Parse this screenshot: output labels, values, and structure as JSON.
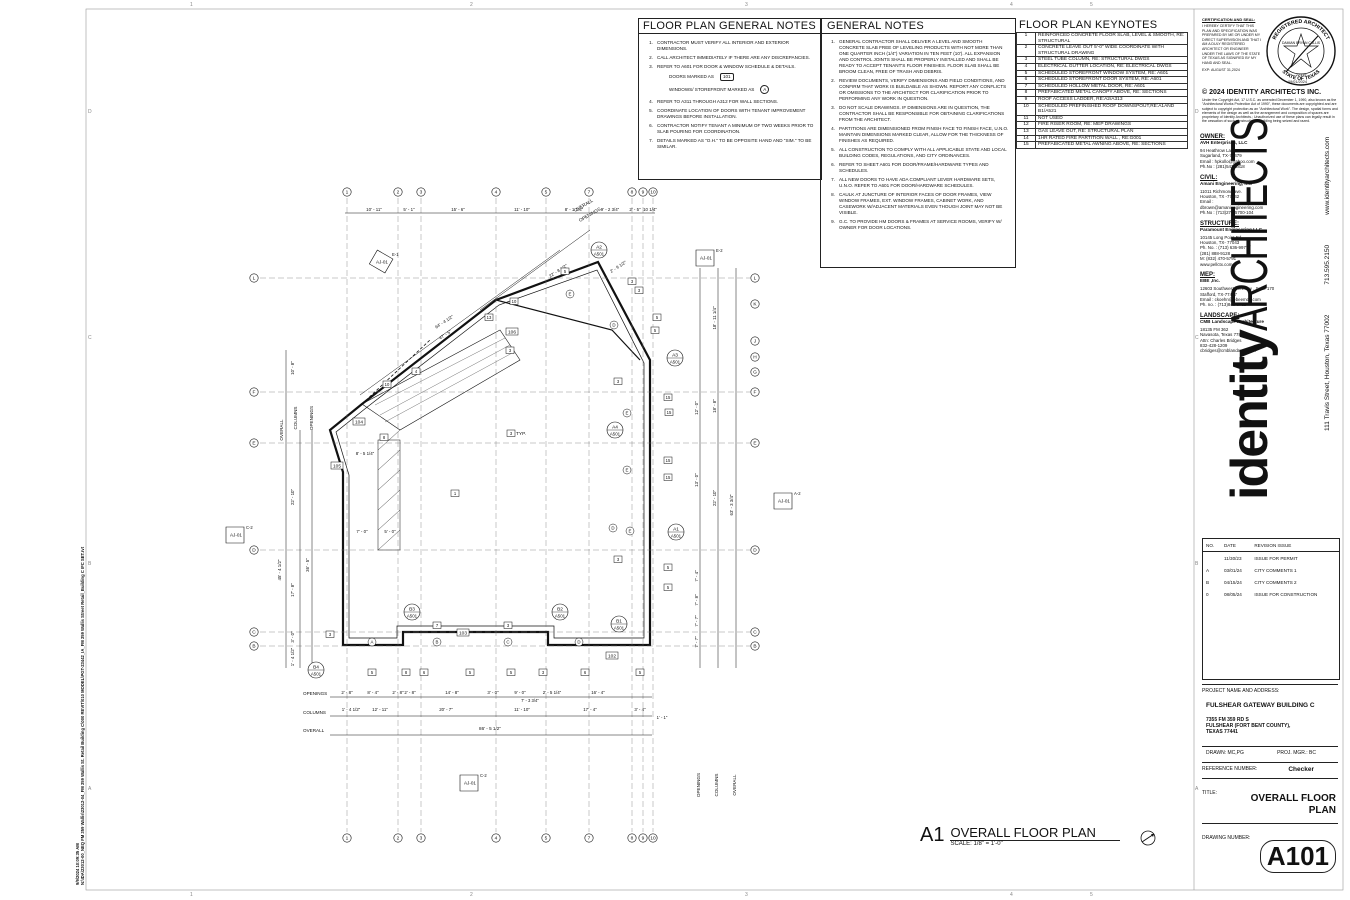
{
  "sheet": {
    "border_cols": [
      "1",
      "2",
      "3",
      "4",
      "5"
    ],
    "border_rows": [
      "D",
      "C",
      "B",
      "A"
    ]
  },
  "side_text": {
    "plot_time": "9/9/2024 10:09:35 AM",
    "file_path": "N:\\IDA\\23012-00_NEQ FM 359 Wallis\\23012-04_FM 359 Wallis St. Retail Building C\\000 REVIT\\010 MODEL\\PGT-23442_IA_FM 359 Wallis Street Retail_Building C IFC SET.rvt"
  },
  "floor_plan_notes": {
    "title": "FLOOR PLAN GENERAL NOTES",
    "items": [
      {
        "n": "1.",
        "text": "CONTRACTOR MUST VERIFY ALL INTERIOR AND EXTERIOR DIMENSIONS."
      },
      {
        "n": "2.",
        "text": "CALL ARCHITECT IMMEDIATELY IF THERE ARE ANY DISCREPANCIES."
      },
      {
        "n": "3.",
        "text": "REFER TO A601 FOR DOOR & WINDOW SCHEDULE & DETAILS."
      },
      {
        "n": "4.",
        "text": "REFER TO A311 THROUGH A312 FOR WALL SECTIONS."
      },
      {
        "n": "5.",
        "text": "COORDINATE LOCATION OF DOORS WITH TENANT IMPROVEMENT DRAWINGS BEFORE INSTALLATION."
      },
      {
        "n": "6.",
        "text": "CONTRACTOR NOTIFY TENANT A MINIMUM OF TWO WEEKS PRIOR TO SLAB POURING FOR COORDINATION."
      },
      {
        "n": "7.",
        "text": "DETAILS MARKED AS \"O.H.\" TO BE OPPOSITE HAND AND \"SIM.\" TO BE SIMILAR."
      }
    ],
    "doors_marked_as": "DOORS MARKED AS",
    "door_tag": "101",
    "windows_marked_as": "WINDOWS/ STOREFRONT MARKED AS",
    "window_tag": "A"
  },
  "general_notes": {
    "title": "GENERAL NOTES",
    "items": [
      {
        "n": "1.",
        "text": "GENERAL CONTRACTOR SHALL DELIVER A LEVEL AND SMOOTH CONCRETE SLAB FREE OF LEVELING PRODUCTS WITH NOT MORE THAN ONE QUARTER INCH (1/4\") VARIATION IN TEN FEET (10'). ALL EXPANSION AND CONTROL JOINTS SHALL BE PROPERLY INSTALLED AND SHALL BE READY TO ACCEPT TENANT'S FLOOR FINISHES. FLOOR SLAB SHALL BE BROOM CLEAN, FREE OF TRASH AND DEBRIS."
      },
      {
        "n": "2.",
        "text": "REVIEW DOCUMENTS, VERIFY DIMENSIONS AND FIELD CONDITIONS, AND CONFIRM THAT WORK IS BUILDABLE AS SHOWN. REPORT ANY CONFLICTS OR OMISSIONS TO THE ARCHITECT FOR CLARIFICATION PRIOR TO PERFORMING ANY WORK IN QUESTION."
      },
      {
        "n": "3.",
        "text": "DO NOT SCALE DRAWINGS. IF DIMENSIONS ARE IN QUESTION, THE CONTRACTOR SHALL BE RESPONSIBLE FOR OBTAINING CLARIFICATIONS FROM THE ARCHITECT."
      },
      {
        "n": "4.",
        "text": "PARTITIONS ARE DIMENSIONED FROM FINISH FACE TO FINISH FACE, U.N.O. MAINTAIN DIMENSIONS MARKED CLEAR, ALLOW FOR THE THICKNESS OF FINISHES AS REQUIRED."
      },
      {
        "n": "5.",
        "text": "ALL CONSTRUCTION TO COMPLY WITH ALL APPLICABLE STATE AND LOCAL BUILDING CODES, REGULATIONS, AND CITY ORDINANCES."
      },
      {
        "n": "6.",
        "text": "REFER TO SHEET A601 FOR DOOR/FRAME/HARDWARE TYPES AND SCHEDULES."
      },
      {
        "n": "7.",
        "text": "ALL NEW DOORS TO HAVE ADA COMPLIANT LEVER HARDWARE SETS, U.N.O. REFER TO A601 FOR DOOR/HARDWARE SCHEDULES."
      },
      {
        "n": "8.",
        "text": "CAULK AT JUNCTURE OF INTERIOR FACES OF DOOR FRAMES, VIEW WINDOW FRAMES, EXT. WINDOW FRAMES, CABINET WORK, AND CASEWORK W/ADJACENT MATERIALS EVEN THOUGH JOINT MAY NOT BE VISIBLE."
      },
      {
        "n": "9.",
        "text": "G.C. TO PROVIDE HM DOORS & FRAMES AT SERVICE ROOMS, VERIFY W/ OWNER FOR DOOR LOCATIONS."
      }
    ]
  },
  "keynotes": {
    "title": "FLOOR PLAN KEYNOTES",
    "items": [
      {
        "k": "1",
        "text": "REINFORCED CONCRETE FLOOR SLAB, LEVEL & SMOOTH, RE: STRUCTURAL"
      },
      {
        "k": "2",
        "text": "CONCRETE LEAVE OUT 5'-0\" WIDE COORDINATE WITH STRUCTURAL DRAWING"
      },
      {
        "k": "3",
        "text": "STEEL TUBE COLUMN, RE: STRUCTURAL DWGS"
      },
      {
        "k": "4",
        "text": "ELECTRICAL GUTTER LOCATION, RE: ELECTRICAL DWGS"
      },
      {
        "k": "5",
        "text": "SCHEDULED STOREFRONT WINDOW SYSTEM, RE: A601"
      },
      {
        "k": "6",
        "text": "SCHEDULED STOREFRONT DOOR SYSTEM, RE: A601"
      },
      {
        "k": "7",
        "text": "SCHEDULED HOLLOW METAL DOOR, RE: A601"
      },
      {
        "k": "8",
        "text": "PREFABICATED METAL CANOPY ABOVE, RE: SECTIONS"
      },
      {
        "k": "9",
        "text": "ROOF ACCESS LADDER, RE:A2/A313"
      },
      {
        "k": "10",
        "text": "SCHEDULED PREFINISHED ROOF DOWNSPOUT,RE:A1AND B1/A521"
      },
      {
        "k": "11",
        "text": "NOT USED"
      },
      {
        "k": "12",
        "text": "FIRE RISER ROOM, RE: MEP DRAWINGS"
      },
      {
        "k": "13",
        "text": "GAS LEAVE OUT, RE: STRUCTURAL PLAN"
      },
      {
        "k": "14",
        "text": "1HR RATED FIRE PARTITION WALL , RE:G001"
      },
      {
        "k": "15",
        "text": "PREFABICATED METAL AWNING ABOVE, RE: SECTIONS"
      }
    ]
  },
  "seal": {
    "cert_title": "CERTIFICATION AND SEAL:",
    "cert_text": "I HEREBY CERTIFY THAT THIS PLAN AND SPECIFICATION WAS PREPARED BY ME OR UNDER MY DIRECT SUPERVISION AND THAT I AM A DULY REGISTERED ARCHITECT OR ENGINEER UNDER THE LAWS OF THE STATE OF TEXAS AS SIGNIFIED BY MY HAND AND SEAL.",
    "exp": "EXP: AUGUST 31,2024",
    "seal_top": "REGISTERED ARCHITECT",
    "seal_name": "DAMIAN BRYAN CALLIS",
    "seal_num": "22119",
    "seal_bottom": "STATE OF TEXAS",
    "date": "09/01/2024"
  },
  "copyright": {
    "title": "© 2024  IDENTITY  ARCHITECTS  INC.",
    "text": "Under the Copyright Act, 17 U.S.C. as amended December 1, 1990, also known as the \"Architectural Works Protection Act of 1990\", these documents are copyrighted and are subject to copyright protection as an \"Architectural Work\". The design, spatial forms and elements of the design as well as the arrangement and composition of spaces are proprietary of Identity Architects.; Unauthorized use of these plans can legally result in the cessation of such construction or building being seized and razed."
  },
  "brand": {
    "identity": "identity",
    "architects": "ARCHITECTS",
    "address": "111 Travis Street, Houston, Texas 77002",
    "phone": "713.595.2150",
    "web": "www.identityarchitects.com"
  },
  "consultants": [
    {
      "heading": "OWNER:",
      "name": "AVH Enterprises, LLC",
      "lines": [
        "94 Heathrow Lane",
        "Sugarland, TX-77479",
        "Email : hpkollo@yahoo.com",
        "Ph.No : (281)543-8818"
      ]
    },
    {
      "heading": "CIVIL:",
      "name": "Amani Engineering, Inc.",
      "lines": [
        "11011 Richmond ave.",
        "Houston, TX -77042",
        "Email :",
        "dbrown@amaniengineering.com",
        "Ph.No : (713)270-5700-104"
      ]
    },
    {
      "heading": "STRUCTURE:",
      "name": "Paramount Engineering LLC",
      "lines": [
        "10145 Long Point Rd.",
        "Houston, TX- 77043",
        "Ph. No. : (713) 636-9977 /",
        "(281) 888-9128",
        "M: (832) 470-5791",
        "www.pellctx.com"
      ]
    },
    {
      "heading": "MEP:",
      "name": "EBE ,Inc.",
      "lines": [
        "12603 Southwest Freeway , Suite 170",
        "Stafford, TX-77477",
        "Email : ckoehn@ebeemce.com",
        "Ph. no. : (713)840-0711"
      ]
    },
    {
      "heading": "LANDSCAPE:",
      "name": "CMB Landscape Architecture",
      "lines": [
        "18135 FM 362",
        "Navasota, Texas 77868",
        "Attn: Charles Bridges",
        "832-428-1209",
        "cbridges@cmblandarch.com"
      ]
    }
  ],
  "revisions": {
    "headers": [
      "NO.",
      "DATE",
      "REVISION ISSUE"
    ],
    "rows": [
      {
        "no": "",
        "date": "11/30/23",
        "issue": "ISSUE FOR PERMIT"
      },
      {
        "no": "A",
        "date": "03/01/24",
        "issue": "CITY COMMENTS 1"
      },
      {
        "no": "B",
        "date": "04/15/24",
        "issue": "CITY COMMENTS 2"
      },
      {
        "no": "0",
        "date": "08/05/24",
        "issue": "ISSUE FOR CONSTRUCTION"
      }
    ]
  },
  "project": {
    "label": "PROJECT NAME AND ADDRESS:",
    "name": "FULSHEAR GATEWAY BUILDING C",
    "addr1": "7355 FM 359 RD S",
    "addr2": "FULSHEAR (FORT BENT COUNTY),",
    "addr3": "TEXAS 77441",
    "drawn": "DRAWN: MC,PG",
    "mgr": "PROJ. MGR.: BC",
    "ref_label": "REFERENCE NUMBER:",
    "ref_value": "Checker",
    "title_label": "TITLE:",
    "title1": "OVERALL FLOOR",
    "title2": "PLAN",
    "drawing_label": "DRAWING NUMBER:",
    "drawing_number": "A101"
  },
  "plan": {
    "view_number": "A1",
    "view_title": "OVERALL FLOOR PLAN",
    "scale": "SCALE: 1/8\" = 1'-0\"",
    "grid_top": [
      "1",
      "2",
      "3",
      "4",
      "5",
      "6",
      "7",
      "8",
      "9",
      "10"
    ],
    "grid_left": [
      "L",
      "F",
      "E",
      "D",
      "C",
      "B"
    ],
    "grid_right": [
      "L",
      "K",
      "J",
      "H",
      "G",
      "F",
      "E",
      "D",
      "C",
      "B"
    ],
    "top_dims": [
      "10' - 11\"",
      "5' - 1\"",
      "15' - 6\"",
      "11' - 10\"",
      "8' - 1 1/4\"",
      "9' - 2 3/4\"",
      "2' - 5\"",
      "10 1/4\""
    ],
    "bottom_labels": [
      "OPENINGS",
      "COLUMNS",
      "OVERALL"
    ],
    "bottom_openings": [
      "2' - 8\"",
      "8' - 4\"",
      "2' - 8\"",
      "2' - 8\"",
      "14' - 8\"",
      "3' - 0\"",
      "9' - 0\"",
      "2' - 5 1/4\"",
      "16' - 4\""
    ],
    "bottom_columns": [
      "1' - 4 1/2\"",
      "12' - 11\"",
      "20' - 7\"",
      "11' - 10\"",
      "17' - 4\"",
      "3' - 4\""
    ],
    "bottom_overall": "86' - 5 1/2\"",
    "bottom_extra": [
      "7' - 3 3/4\"",
      "1' - 1\""
    ],
    "left_dims": [
      "10' - 8\"",
      "22' - 10\"",
      "36' - 5\"",
      "17' - 8\"",
      "45' - 4 1/2\"",
      "3' - 0\"",
      "1' - 4 1/2\""
    ],
    "right_dims": [
      "18' - 11 1/4\"",
      "12' - 0\"",
      "18' - 8\"",
      "13' - 0\"",
      "22' - 10\"",
      "63' - 3 3/4\"",
      "7' - 4\"",
      "7' - 8\"",
      "7' - 7\"",
      "7' - 7\""
    ],
    "room_tags": [
      "104",
      "105",
      "106",
      "102",
      "103"
    ],
    "detail_tags": [
      {
        "t": "A2",
        "s": "A501"
      },
      {
        "t": "A3",
        "s": "A501"
      },
      {
        "t": "A4",
        "s": "A501"
      },
      {
        "t": "A1",
        "s": "A501"
      },
      {
        "t": "B1",
        "s": "A501"
      },
      {
        "t": "B2",
        "s": "A501"
      },
      {
        "t": "B3",
        "s": "A501"
      },
      {
        "t": "B4",
        "s": "A501"
      }
    ],
    "elev_tags": [
      {
        "t": "AJ-01",
        "s": "E-1"
      },
      {
        "t": "AJ-01",
        "s": "E-2"
      },
      {
        "t": "AJ-01",
        "s": "C-2"
      },
      {
        "t": "AJ-01",
        "s": "A-2"
      },
      {
        "t": "AJ-01",
        "s": "C-2"
      }
    ],
    "typ": "TYP.",
    "dim_misc": [
      "7' - 0\"",
      "5' - 0\"",
      "8' - 5 1/4\"",
      "64' - 4 1/2\"",
      "47' - 5\"",
      "22' - 8 1/2\"",
      "2' - 9 1/2\""
    ]
  }
}
